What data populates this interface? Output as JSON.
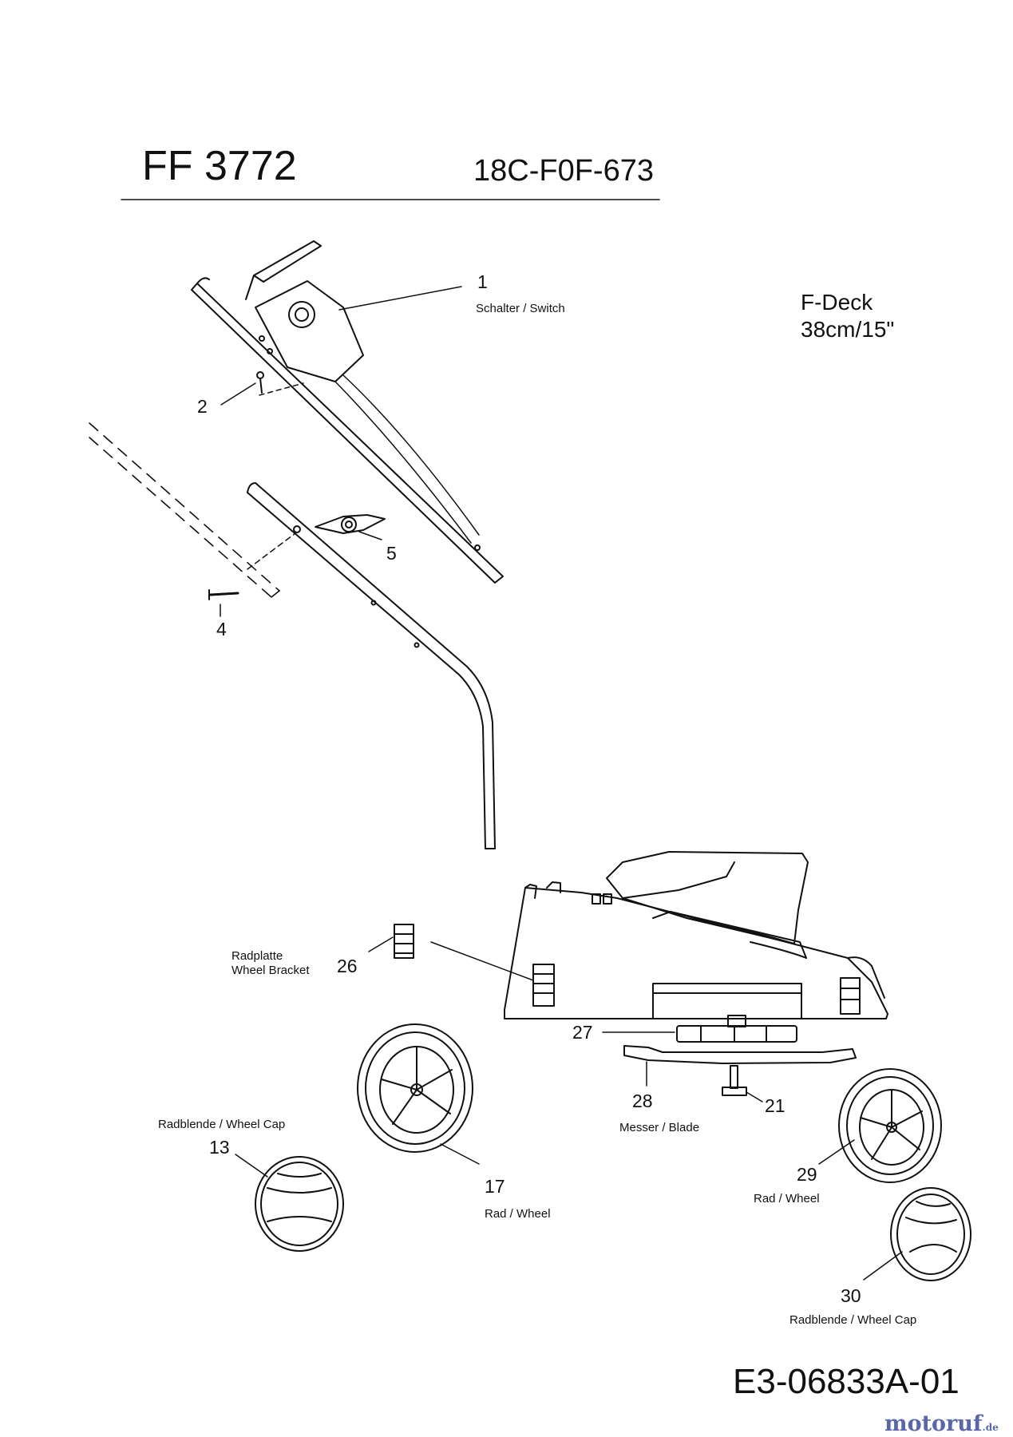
{
  "header": {
    "model": "FF 3772",
    "model_code": "18C-F0F-673",
    "deck_line1": "F-Deck",
    "deck_line2": "38cm/15\""
  },
  "parts": [
    {
      "number": "1",
      "label": "Schalter /  Switch"
    },
    {
      "number": "2",
      "label": ""
    },
    {
      "number": "4",
      "label": ""
    },
    {
      "number": "5",
      "label": ""
    },
    {
      "number": "26",
      "label_line1": "Radplatte",
      "label_line2": "Wheel Bracket"
    },
    {
      "number": "27",
      "label": ""
    },
    {
      "number": "28",
      "label": "Messer / Blade"
    },
    {
      "number": "21",
      "label": ""
    },
    {
      "number": "13",
      "label": "Radblende / Wheel Cap"
    },
    {
      "number": "17",
      "label": "Rad / Wheel"
    },
    {
      "number": "29",
      "label": "Rad / Wheel"
    },
    {
      "number": "30",
      "label": "Radblende / Wheel Cap"
    }
  ],
  "footer": {
    "doc_id": "E3-06833A-01",
    "brand": "motoruf",
    "brand_suffix": ".de"
  },
  "colors": {
    "line": "#111111",
    "brand": "#5a66a8"
  }
}
